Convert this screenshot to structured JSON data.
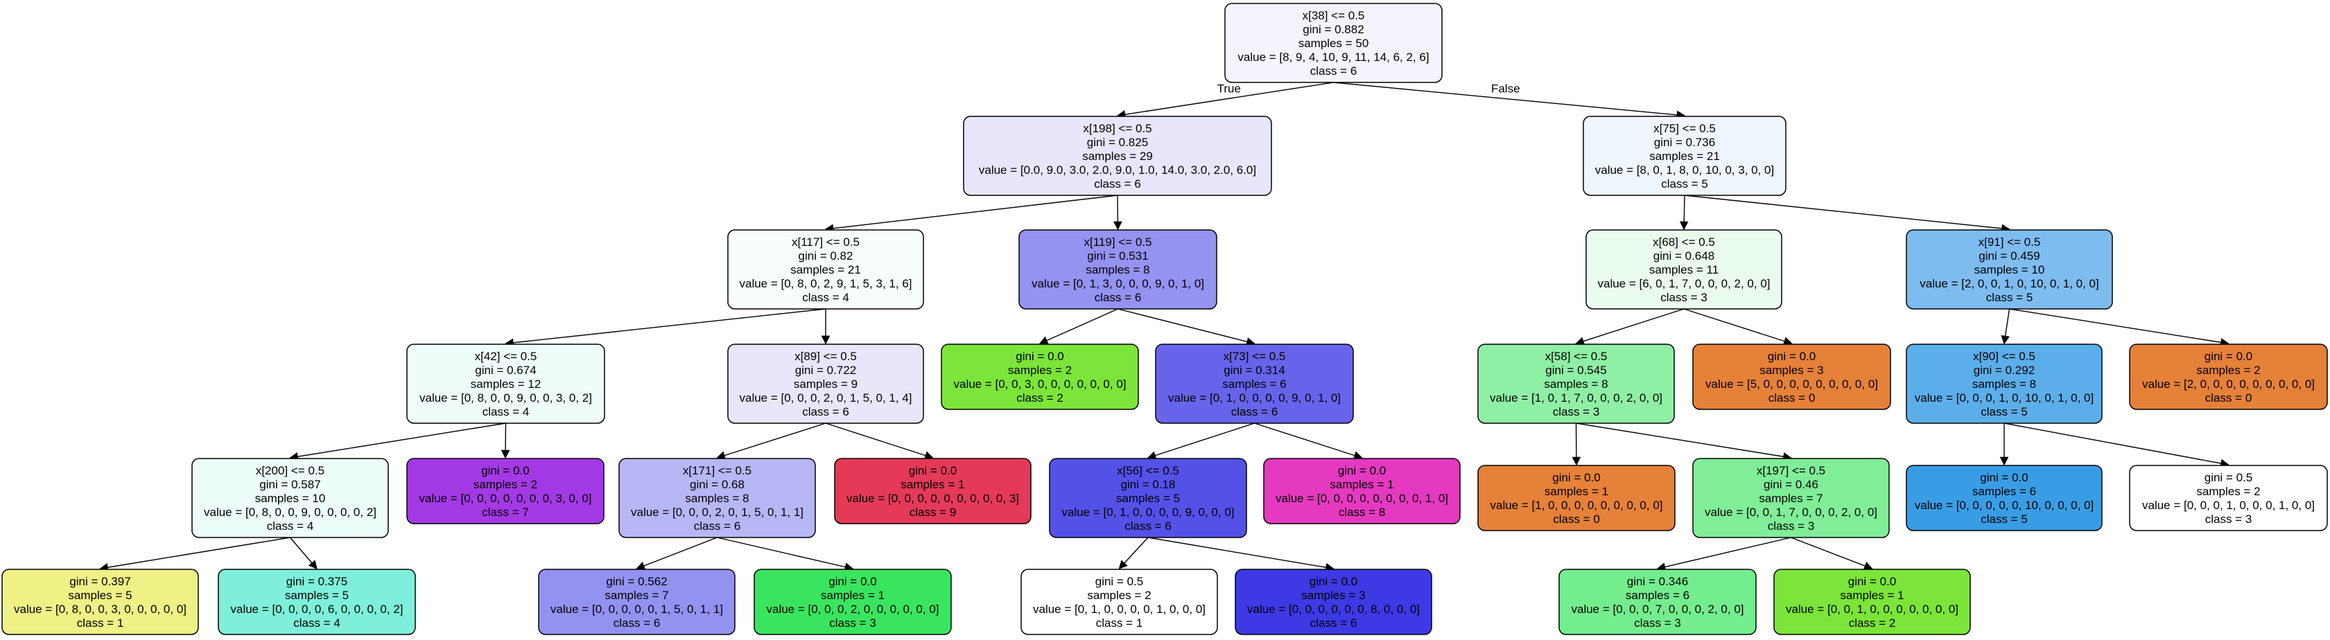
{
  "nodes": [
    {
      "id": "n0",
      "fill": "#f5f4fd",
      "lines": [
        "x[38] <= 0.5",
        "gini = 0.882",
        "samples = 50",
        "value = [8, 9, 4, 10, 9, 11, 14, 6, 2, 6]",
        "class = 6"
      ]
    },
    {
      "id": "n1",
      "fill": "#e7e6fb",
      "lines": [
        "x[198] <= 0.5",
        "gini = 0.825",
        "samples = 29",
        "value = [0.0, 9.0, 3.0, 2.0, 9.0, 1.0, 14.0, 3.0, 2.0, 6.0]",
        "class = 6"
      ]
    },
    {
      "id": "n2",
      "fill": "#f0f6fd",
      "lines": [
        "x[75] <= 0.5",
        "gini = 0.736",
        "samples = 21",
        "value = [8, 0, 1, 8, 0, 10, 0, 3, 0, 0]",
        "class = 5"
      ]
    },
    {
      "id": "n3",
      "fill": "#f7fefc",
      "lines": [
        "x[117] <= 0.5",
        "gini = 0.82",
        "samples = 21",
        "value = [0, 8, 0, 2, 9, 1, 5, 3, 1, 6]",
        "class = 4"
      ]
    },
    {
      "id": "n4",
      "fill": "#9592f1",
      "lines": [
        "x[119] <= 0.5",
        "gini = 0.531",
        "samples = 8",
        "value = [0, 1, 3, 0, 0, 0, 9, 0, 1, 0]",
        "class = 6"
      ]
    },
    {
      "id": "n5",
      "fill": "#eafcee",
      "lines": [
        "x[68] <= 0.5",
        "gini = 0.648",
        "samples = 11",
        "value = [6, 0, 1, 7, 0, 0, 0, 2, 0, 0]",
        "class = 3"
      ]
    },
    {
      "id": "n6",
      "fill": "#7ebcf0",
      "lines": [
        "x[91] <= 0.5",
        "gini = 0.459",
        "samples = 10",
        "value = [2, 0, 0, 1, 0, 10, 0, 1, 0, 0]",
        "class = 5"
      ]
    },
    {
      "id": "n7",
      "fill": "#effdfa",
      "lines": [
        "x[42] <= 0.5",
        "gini = 0.674",
        "samples = 12",
        "value = [0, 8, 0, 0, 9, 0, 0, 3, 0, 2]",
        "class = 4"
      ]
    },
    {
      "id": "n8",
      "fill": "#e7e6fb",
      "lines": [
        "x[89] <= 0.5",
        "gini = 0.722",
        "samples = 9",
        "value = [0, 0, 0, 2, 0, 1, 5, 0, 1, 4]",
        "class = 6"
      ]
    },
    {
      "id": "n9",
      "fill": "#7be539",
      "lines": [
        "gini = 0.0",
        "samples = 2",
        "value = [0, 0, 3, 0, 0, 0, 0, 0, 0, 0]",
        "class = 2"
      ]
    },
    {
      "id": "n10",
      "fill": "#6764eb",
      "lines": [
        "x[73] <= 0.5",
        "gini = 0.314",
        "samples = 6",
        "value = [0, 1, 0, 0, 0, 0, 9, 0, 1, 0]",
        "class = 6"
      ]
    },
    {
      "id": "n11",
      "fill": "#8ff0a5",
      "lines": [
        "x[58] <= 0.5",
        "gini = 0.545",
        "samples = 8",
        "value = [1, 0, 1, 7, 0, 0, 0, 2, 0, 0]",
        "class = 3"
      ]
    },
    {
      "id": "n12",
      "fill": "#e58139",
      "lines": [
        "gini = 0.0",
        "samples = 3",
        "value = [5, 0, 0, 0, 0, 0, 0, 0, 0, 0]",
        "class = 0"
      ]
    },
    {
      "id": "n13",
      "fill": "#5caeea",
      "lines": [
        "x[90] <= 0.5",
        "gini = 0.292",
        "samples = 8",
        "value = [0, 0, 0, 1, 0, 10, 0, 1, 0, 0]",
        "class = 5"
      ]
    },
    {
      "id": "n14",
      "fill": "#e58139",
      "lines": [
        "gini = 0.0",
        "samples = 2",
        "value = [2, 0, 0, 0, 0, 0, 0, 0, 0, 0]",
        "class = 0"
      ]
    },
    {
      "id": "n15",
      "fill": "#edfdfa",
      "lines": [
        "x[200] <= 0.5",
        "gini = 0.587",
        "samples = 10",
        "value = [0, 8, 0, 0, 9, 0, 0, 0, 0, 2]",
        "class = 4"
      ]
    },
    {
      "id": "n16",
      "fill": "#a339e5",
      "lines": [
        "gini = 0.0",
        "samples = 2",
        "value = [0, 0, 0, 0, 0, 0, 0, 3, 0, 0]",
        "class = 7"
      ]
    },
    {
      "id": "n17",
      "fill": "#b8b7f6",
      "lines": [
        "x[171] <= 0.5",
        "gini = 0.68",
        "samples = 8",
        "value = [0, 0, 0, 2, 0, 1, 5, 0, 1, 1]",
        "class = 6"
      ]
    },
    {
      "id": "n18",
      "fill": "#e53958",
      "lines": [
        "gini = 0.0",
        "samples = 1",
        "value = [0, 0, 0, 0, 0, 0, 0, 0, 0, 3]",
        "class = 9"
      ]
    },
    {
      "id": "n19",
      "fill": "#5451e9",
      "lines": [
        "x[56] <= 0.5",
        "gini = 0.18",
        "samples = 5",
        "value = [0, 1, 0, 0, 0, 0, 9, 0, 0, 0]",
        "class = 6"
      ]
    },
    {
      "id": "n20",
      "fill": "#e539c0",
      "lines": [
        "gini = 0.0",
        "samples = 1",
        "value = [0, 0, 0, 0, 0, 0, 0, 0, 1, 0]",
        "class = 8"
      ]
    },
    {
      "id": "n21",
      "fill": "#e58139",
      "lines": [
        "gini = 0.0",
        "samples = 1",
        "value = [1, 0, 0, 0, 0, 0, 0, 0, 0, 0]",
        "class = 0"
      ]
    },
    {
      "id": "n22",
      "fill": "#80ee98",
      "lines": [
        "x[197] <= 0.5",
        "gini = 0.46",
        "samples = 7",
        "value = [0, 0, 1, 7, 0, 0, 0, 2, 0, 0]",
        "class = 3"
      ]
    },
    {
      "id": "n23",
      "fill": "#399de5",
      "lines": [
        "gini = 0.0",
        "samples = 6",
        "value = [0, 0, 0, 0, 0, 10, 0, 0, 0, 0]",
        "class = 5"
      ]
    },
    {
      "id": "n24",
      "fill": "#ffffff",
      "lines": [
        "gini = 0.5",
        "samples = 2",
        "value = [0, 0, 0, 1, 0, 0, 0, 1, 0, 0]",
        "class = 3"
      ]
    },
    {
      "id": "n25",
      "fill": "#eef185",
      "lines": [
        "gini = 0.397",
        "samples = 5",
        "value = [0, 8, 0, 0, 3, 0, 0, 0, 0, 0]",
        "class = 1"
      ]
    },
    {
      "id": "n26",
      "fill": "#7ef0d9",
      "lines": [
        "gini = 0.375",
        "samples = 5",
        "value = [0, 0, 0, 0, 6, 0, 0, 0, 0, 2]",
        "class = 4"
      ]
    },
    {
      "id": "n27",
      "fill": "#9492f1",
      "lines": [
        "gini = 0.562",
        "samples = 7",
        "value = [0, 0, 0, 0, 0, 1, 5, 0, 1, 1]",
        "class = 6"
      ]
    },
    {
      "id": "n28",
      "fill": "#39e55e",
      "lines": [
        "gini = 0.0",
        "samples = 1",
        "value = [0, 0, 0, 2, 0, 0, 0, 0, 0, 0]",
        "class = 3"
      ]
    },
    {
      "id": "n29",
      "fill": "#ffffff",
      "lines": [
        "gini = 0.5",
        "samples = 2",
        "value = [0, 1, 0, 0, 0, 0, 1, 0, 0, 0]",
        "class = 1"
      ]
    },
    {
      "id": "n30",
      "fill": "#3c39e5",
      "lines": [
        "gini = 0.0",
        "samples = 3",
        "value = [0, 0, 0, 0, 0, 0, 8, 0, 0, 0]",
        "class = 6"
      ]
    },
    {
      "id": "n31",
      "fill": "#74ed8e",
      "lines": [
        "gini = 0.346",
        "samples = 6",
        "value = [0, 0, 0, 7, 0, 0, 0, 2, 0, 0]",
        "class = 3"
      ]
    },
    {
      "id": "n32",
      "fill": "#7be539",
      "lines": [
        "gini = 0.0",
        "samples = 1",
        "value = [0, 0, 1, 0, 0, 0, 0, 0, 0, 0]",
        "class = 2"
      ]
    }
  ],
  "edges": [
    {
      "from": "n0",
      "to": "n1",
      "label": "True"
    },
    {
      "from": "n0",
      "to": "n2",
      "label": "False"
    },
    {
      "from": "n1",
      "to": "n3",
      "label": ""
    },
    {
      "from": "n1",
      "to": "n4",
      "label": ""
    },
    {
      "from": "n2",
      "to": "n5",
      "label": ""
    },
    {
      "from": "n2",
      "to": "n6",
      "label": ""
    },
    {
      "from": "n3",
      "to": "n7",
      "label": ""
    },
    {
      "from": "n3",
      "to": "n8",
      "label": ""
    },
    {
      "from": "n4",
      "to": "n9",
      "label": ""
    },
    {
      "from": "n4",
      "to": "n10",
      "label": ""
    },
    {
      "from": "n5",
      "to": "n11",
      "label": ""
    },
    {
      "from": "n5",
      "to": "n12",
      "label": ""
    },
    {
      "from": "n6",
      "to": "n13",
      "label": ""
    },
    {
      "from": "n6",
      "to": "n14",
      "label": ""
    },
    {
      "from": "n7",
      "to": "n15",
      "label": ""
    },
    {
      "from": "n7",
      "to": "n16",
      "label": ""
    },
    {
      "from": "n8",
      "to": "n17",
      "label": ""
    },
    {
      "from": "n8",
      "to": "n18",
      "label": ""
    },
    {
      "from": "n10",
      "to": "n19",
      "label": ""
    },
    {
      "from": "n10",
      "to": "n20",
      "label": ""
    },
    {
      "from": "n11",
      "to": "n21",
      "label": ""
    },
    {
      "from": "n11",
      "to": "n22",
      "label": ""
    },
    {
      "from": "n13",
      "to": "n23",
      "label": ""
    },
    {
      "from": "n13",
      "to": "n24",
      "label": ""
    },
    {
      "from": "n15",
      "to": "n25",
      "label": ""
    },
    {
      "from": "n15",
      "to": "n26",
      "label": ""
    },
    {
      "from": "n17",
      "to": "n27",
      "label": ""
    },
    {
      "from": "n17",
      "to": "n28",
      "label": ""
    },
    {
      "from": "n19",
      "to": "n29",
      "label": ""
    },
    {
      "from": "n19",
      "to": "n30",
      "label": ""
    },
    {
      "from": "n22",
      "to": "n31",
      "label": ""
    },
    {
      "from": "n22",
      "to": "n32",
      "label": ""
    }
  ]
}
